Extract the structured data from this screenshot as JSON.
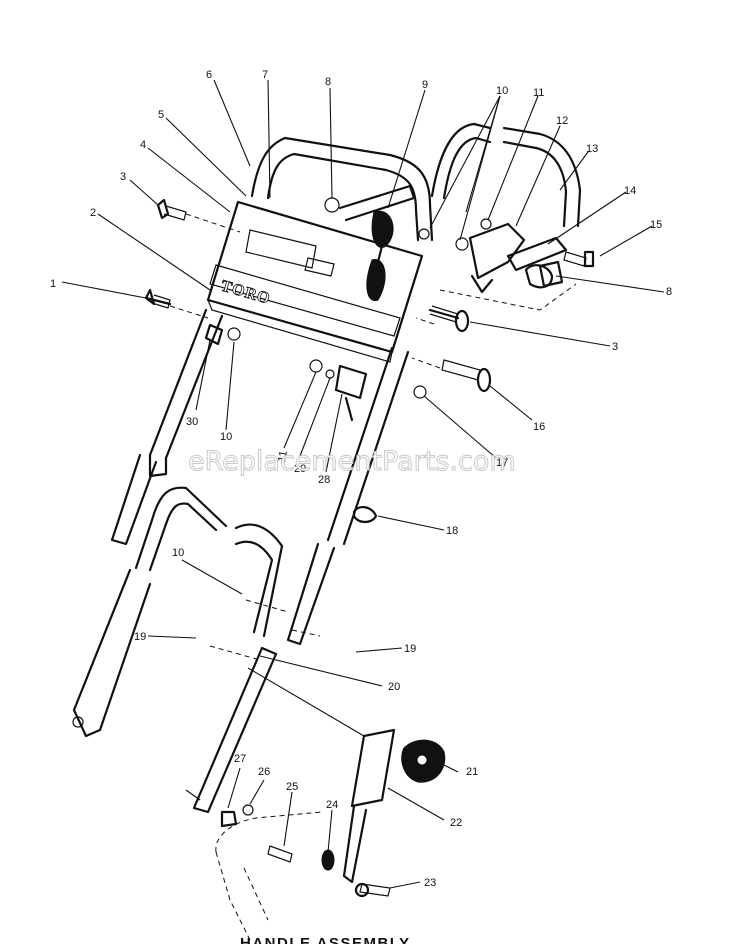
{
  "diagram": {
    "brand": "TORO",
    "watermark": "eReplacementParts.com",
    "title": "HANDLE ASSEMBLY",
    "labels": [
      "1",
      "2",
      "3",
      "4",
      "5",
      "6",
      "7",
      "8",
      "9",
      "10",
      "11",
      "12",
      "13",
      "14",
      "15",
      "8",
      "3",
      "16",
      "17",
      "18",
      "30",
      "10",
      "11",
      "29",
      "28",
      "10",
      "19",
      "19",
      "20",
      "21",
      "22",
      "23",
      "24",
      "25",
      "26",
      "27"
    ]
  }
}
